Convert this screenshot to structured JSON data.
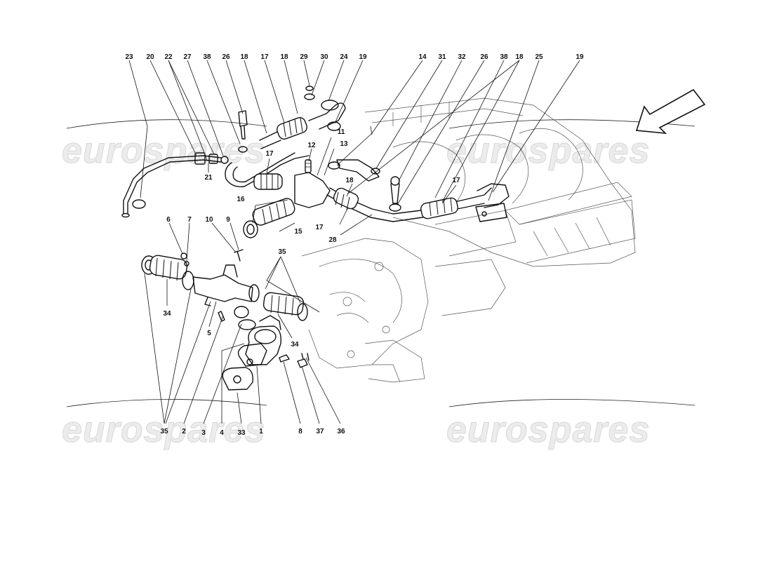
{
  "watermarks": [
    "eurospares",
    "eurospares",
    "eurospares",
    "eurospares"
  ],
  "callouts": {
    "top": [
      "23",
      "20",
      "22",
      "27",
      "38",
      "26",
      "18",
      "17",
      "18",
      "29",
      "30",
      "24",
      "19",
      "14",
      "31",
      "32",
      "26",
      "38",
      "18",
      "25",
      "19"
    ],
    "mid": [
      "11",
      "12",
      "13",
      "17",
      "21",
      "18",
      "16",
      "15",
      "17",
      "28",
      "17"
    ],
    "lower": [
      "6",
      "7",
      "10",
      "9",
      "35",
      "34",
      "5",
      "34"
    ],
    "bottom": [
      "35",
      "2",
      "3",
      "4",
      "33",
      "1",
      "8",
      "37",
      "36"
    ]
  },
  "icons": {
    "direction": "arrow-down-left-icon"
  }
}
